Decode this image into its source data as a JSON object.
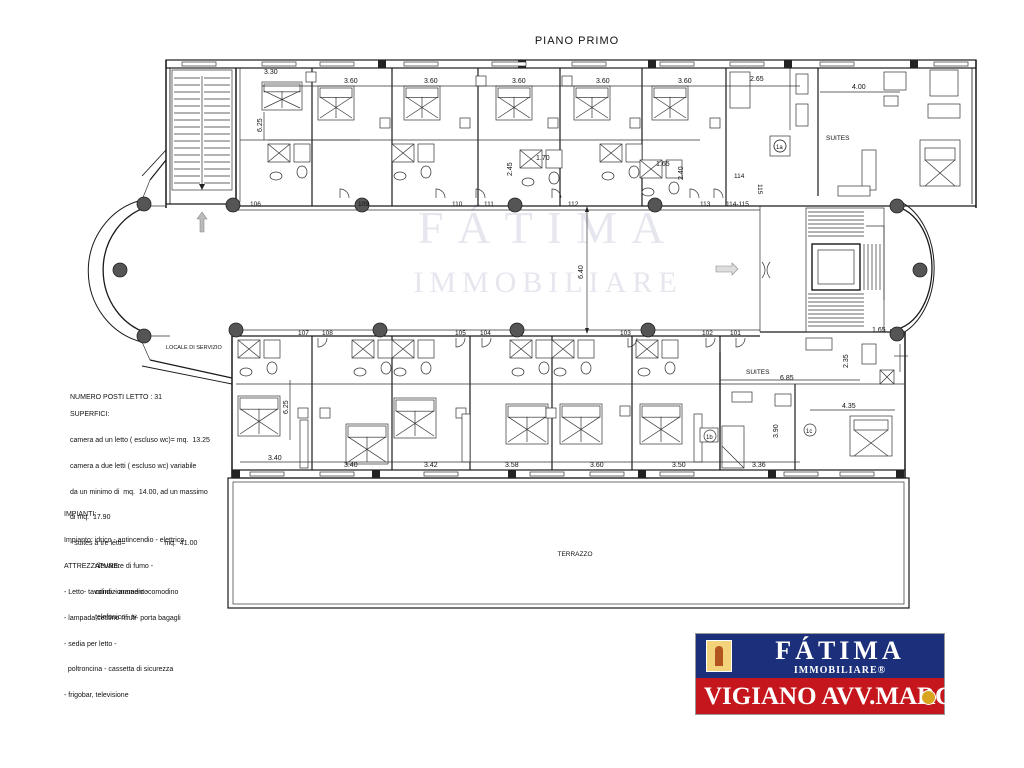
{
  "plan": {
    "title": "PIANO PRIMO",
    "watermark": {
      "line1": "FÁTIMA",
      "line2": "IMMOBILIARE"
    },
    "labels": {
      "suites_top": "SUITES",
      "suites_bottom": "SUITES",
      "terrazzo": "TERRAZZO",
      "locale_servizio": "LOCALE DI SERVIZIO",
      "tag_1a": "1a",
      "tag_1b": "1b",
      "tag_1c": "1c"
    },
    "rooms_top": [
      "106",
      "109",
      "110",
      "111",
      "112",
      "113",
      "114-115"
    ],
    "rooms_bottom": [
      "107",
      "108",
      "105",
      "104",
      "103",
      "102",
      "101"
    ],
    "small_numbers": [
      "114",
      "115"
    ],
    "dims_top": [
      "3.30",
      "3.60",
      "3.60",
      "3.60",
      "3.60",
      "3.60",
      "2.65",
      "4.00"
    ],
    "dims_bottom": [
      "3.40",
      "3.40",
      "3.42",
      "3.58",
      "3.60",
      "3.50",
      "3.36"
    ],
    "dims_misc": {
      "d625_top": "6.25",
      "d245": "2.45",
      "d170": "1.70",
      "d165_top": "1.65",
      "d240": "2.40",
      "d640": "6.40",
      "d165_right": "1.65",
      "d235": "2.35",
      "d685": "6.85",
      "d435": "4.35",
      "d390": "3.90",
      "d625_bottom": "6.25"
    }
  },
  "notes": {
    "posti_letto": "NUMERO POSTI LETTO : 31",
    "superfici": {
      "heading": "SUPERFICI:",
      "lines": [
        "camera ad un letto ( escluso wc)= mq.  13.25",
        "camera a due letti ( escluso wc) variabile",
        "da un minimo di  mq.  14.00, ad un massimo",
        "di mq.  17.90",
        "- suites a tre letti=                    mq.  41.00"
      ]
    },
    "impianti": {
      "heading": "IMPIANTI:",
      "lines": [
        "Impianto: idrico - antincendio - elettrico",
        "                rilevatore di fumo -",
        "                condizionamento",
        "                telefonico - tv"
      ]
    },
    "attrezzature": {
      "heading": "ATTREZZATURE:",
      "lines": [
        "- Letto- tavolino - armadio -comodino",
        "- lampada,cestino rifiuti- porta bagagli",
        "- sedia per letto -",
        "  poltroncina - cassetta di sicurezza",
        "- frigobar, televisione"
      ]
    }
  },
  "logo": {
    "brand": "FÁTIMA",
    "subtitle": "IMMOBILIARE®",
    "agency": "VIGIANO AVV.MARCELLO"
  }
}
